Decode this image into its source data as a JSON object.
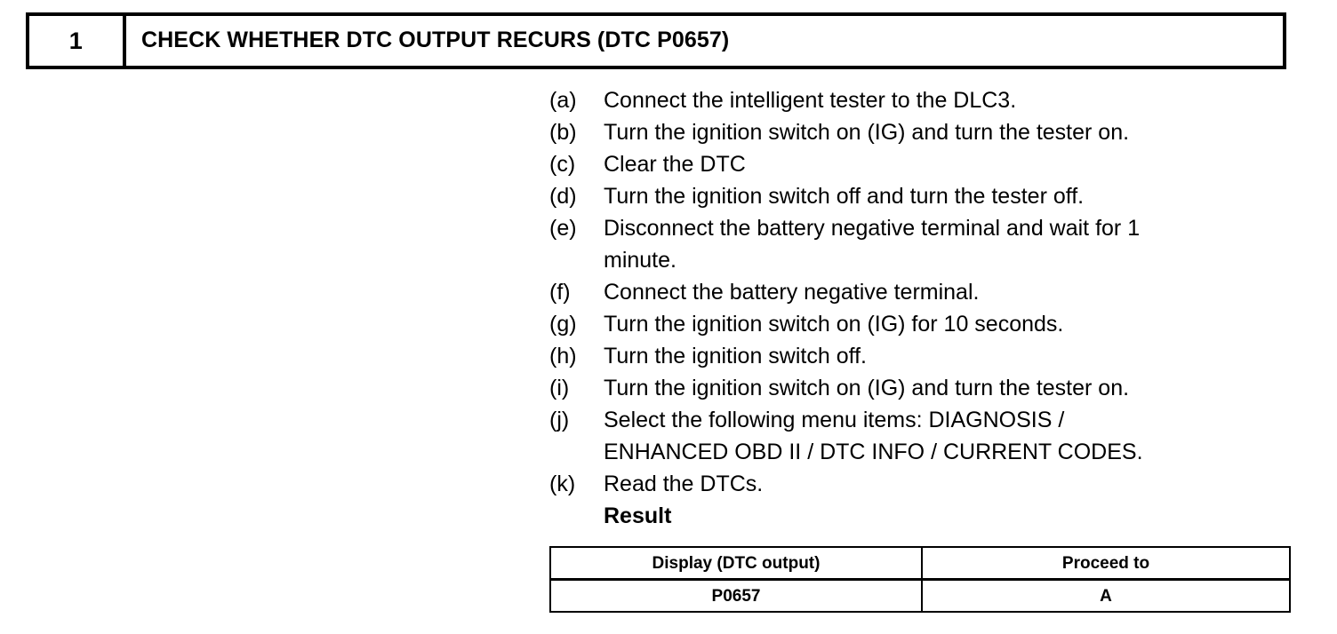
{
  "step": {
    "number": "1",
    "title": "CHECK WHETHER DTC OUTPUT RECURS (DTC P0657)"
  },
  "procedure": [
    {
      "label": "(a)",
      "text": "Connect the intelligent tester to the DLC3.",
      "wrap": ""
    },
    {
      "label": "(b)",
      "text": "Turn the ignition switch on (IG) and turn the tester on.",
      "wrap": ""
    },
    {
      "label": "(c)",
      "text": "Clear the DTC",
      "wrap": ""
    },
    {
      "label": "(d)",
      "text": "Turn the ignition switch off and turn the tester off.",
      "wrap": ""
    },
    {
      "label": "(e)",
      "text": "Disconnect the battery negative terminal and wait for 1",
      "wrap": "minute."
    },
    {
      "label": "(f)",
      "text": "Connect the battery negative terminal.",
      "wrap": ""
    },
    {
      "label": "(g)",
      "text": "Turn the ignition switch on (IG) for 10 seconds.",
      "wrap": ""
    },
    {
      "label": "(h)",
      "text": "Turn the ignition switch off.",
      "wrap": ""
    },
    {
      "label": "(i)",
      "text": "Turn the ignition switch on (IG) and turn the tester on.",
      "wrap": ""
    },
    {
      "label": "(j)",
      "text": "Select the following menu items: DIAGNOSIS /",
      "wrap": "ENHANCED OBD II / DTC INFO / CURRENT CODES."
    },
    {
      "label": "(k)",
      "text": "Read the DTCs.",
      "wrap": ""
    }
  ],
  "result_heading": "Result",
  "result_table": {
    "headers": [
      "Display (DTC output)",
      "Proceed to"
    ],
    "rows": [
      [
        "P0657",
        "A"
      ]
    ]
  },
  "colors": {
    "ink": "#000000",
    "paper": "#ffffff"
  }
}
